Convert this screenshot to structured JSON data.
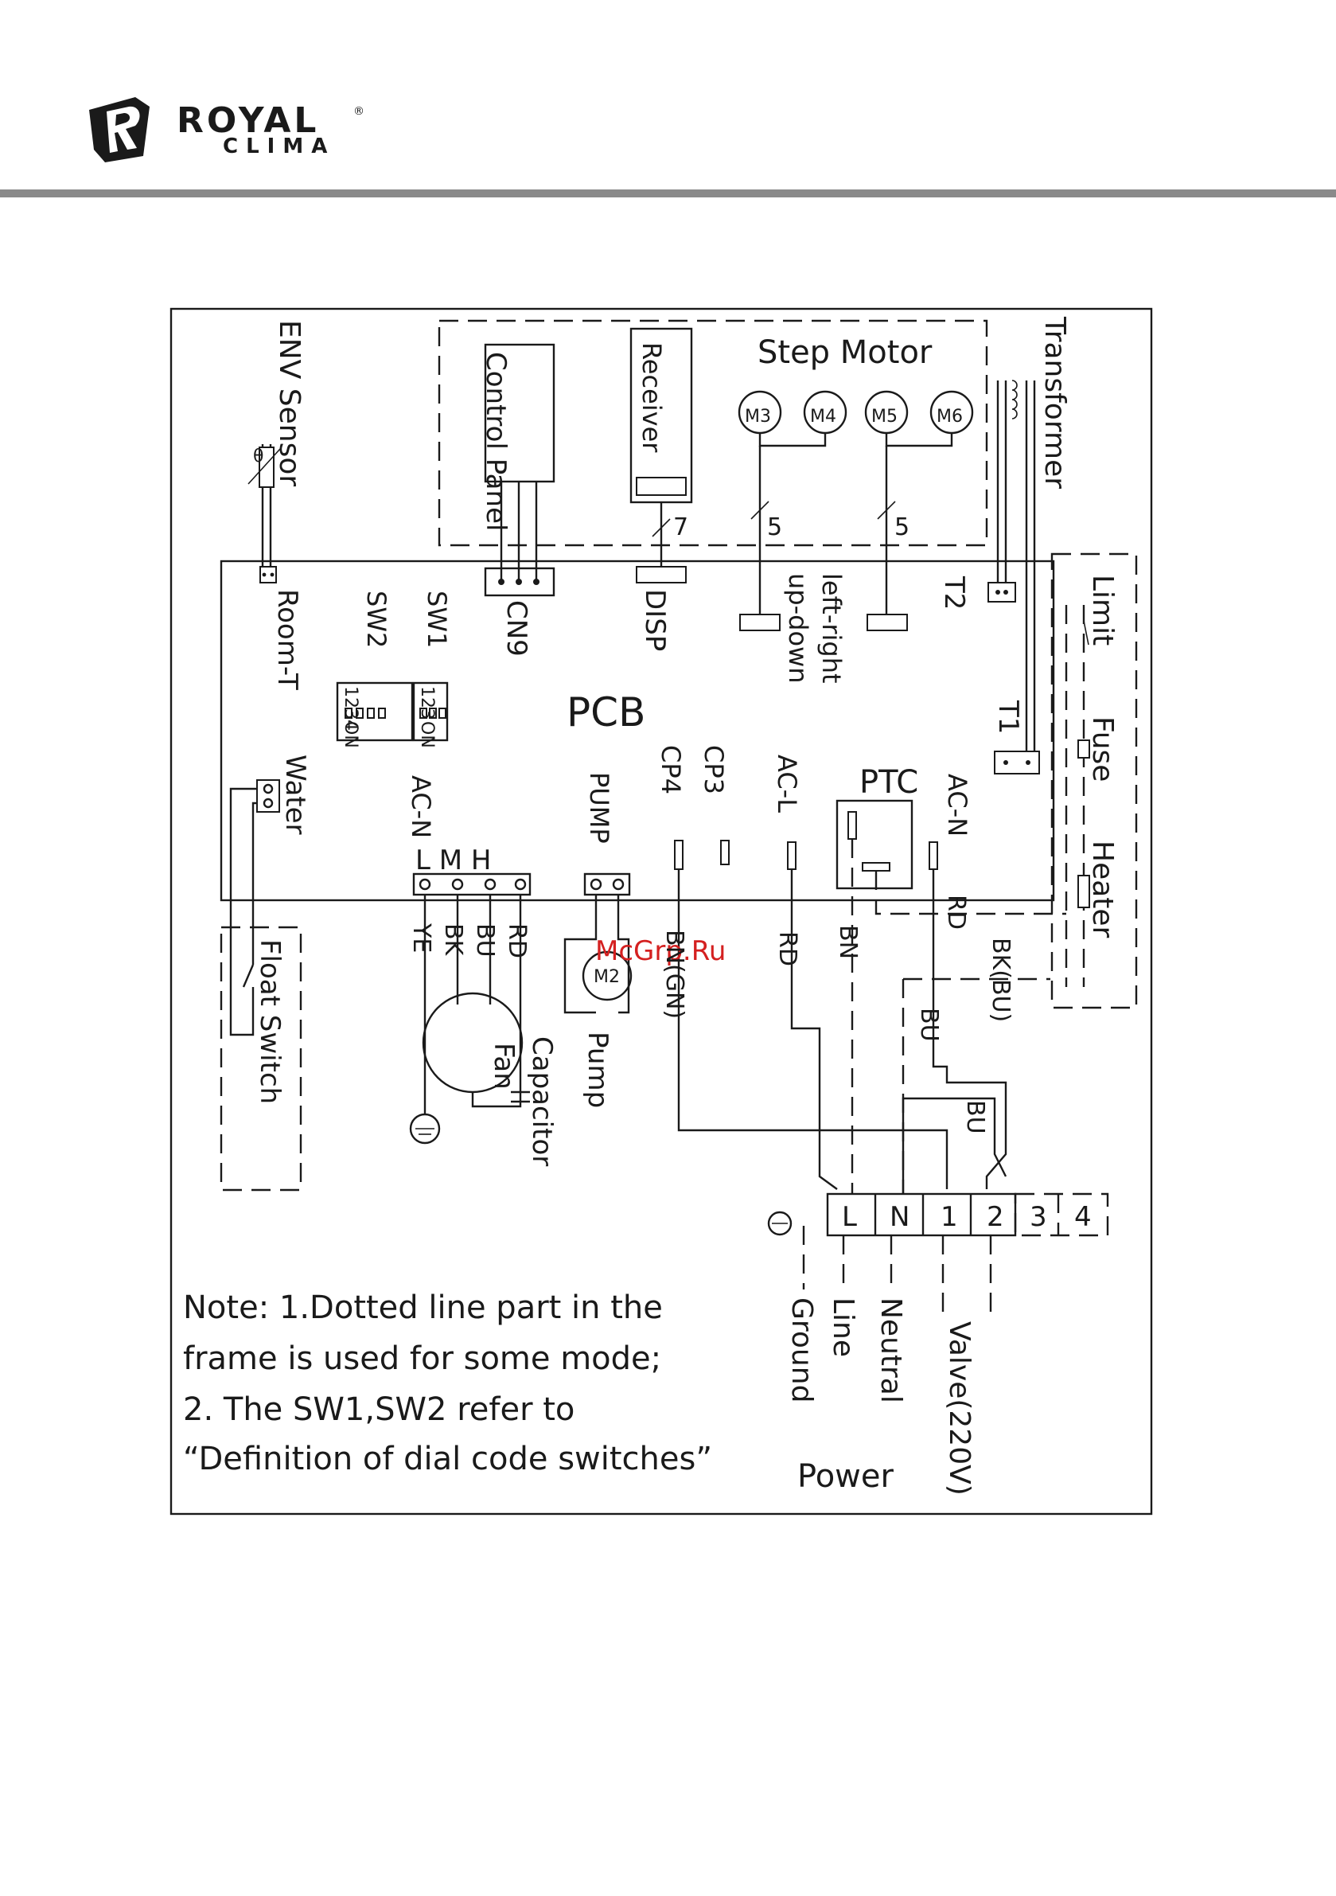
{
  "brand": {
    "name": "ROYAL",
    "sub": "CLIMA",
    "registered": "®",
    "colors": {
      "mark": "#1a1a1a",
      "rule": "#8a8a8a"
    }
  },
  "watermark": "McGrp.Ru",
  "diagram": {
    "pcb": "PCB",
    "components": {
      "env_sensor": "ENV Sensor",
      "theta": "θ",
      "control_panel": "Control Panel",
      "receiver": "Receiver",
      "step_motor": "Step Motor",
      "m3": "M3",
      "m4": "M4",
      "m5": "M5",
      "m6": "M6",
      "transformer": "Transformer",
      "limit": "Limit",
      "fuse": "Fuse",
      "heater": "Heater",
      "ptc": "PTC",
      "fan": "Fan",
      "capacitor": "Capacitor",
      "m2": "M2",
      "pump": "Pump",
      "float_switch": "Float Switch"
    },
    "connectors": {
      "room_t": "Room-T",
      "cn9": "CN9",
      "disp": "DISP",
      "up_down": "up-down",
      "left_right": "left-right",
      "t2": "T2",
      "t1": "T1",
      "sw1": "SW1",
      "sw2": "SW2",
      "sw1_nums": "123",
      "sw2_nums": "1234",
      "on1": "ON",
      "on2": "ON",
      "water": "Water",
      "ac_n_fan": "AC-N",
      "lmh": "L M H",
      "pump_conn": "PUMP",
      "cp3": "CP3",
      "cp4": "CP4",
      "ac_l": "AC-L",
      "ac_n": "AC-N"
    },
    "bus_counts": {
      "receiver": "7",
      "step_a": "5",
      "step_b": "5"
    },
    "wires": {
      "ye": "YE",
      "bk": "BK",
      "bu": "BU",
      "rd": "RD",
      "bn_gn": "BN(GN)",
      "rd2": "RD",
      "bn": "BN",
      "rd3": "RD",
      "bk_bu": "BK(BU)",
      "bu2": "BU",
      "bu3": "BU"
    },
    "terminal": [
      "L",
      "N",
      "1",
      "2",
      "3",
      "4"
    ],
    "power": {
      "ground": "Ground",
      "line": "Line",
      "neutral": "Neutral",
      "valve": "Valve(220V)",
      "power": "Power"
    },
    "note": [
      "Note: 1.Dotted line part in the",
      "frame is used for some mode;",
      "2. The SW1,SW2 refer to",
      "“Definition of dial code switches”"
    ]
  }
}
